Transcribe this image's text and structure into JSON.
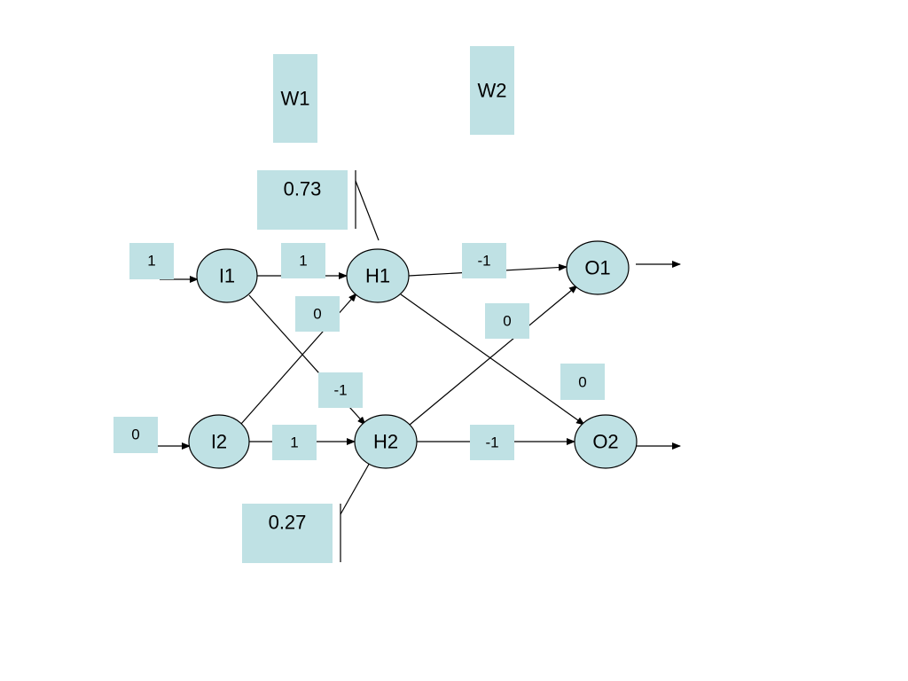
{
  "colors": {
    "box_fill": "#bfe1e4",
    "node_fill": "#bfe1e4",
    "line": "#000000"
  },
  "headers": {
    "w1": "W1",
    "w2": "W2"
  },
  "nodes": {
    "i1": "I1",
    "i2": "I2",
    "h1": "H1",
    "h2": "H2",
    "o1": "O1",
    "o2": "O2"
  },
  "inputs": {
    "i1": "1",
    "i2": "0"
  },
  "hidden_outputs": {
    "h1": "0.73",
    "h2": "0.27"
  },
  "weights": {
    "i1_h1": "1",
    "i2_h1": "0",
    "i1_h2": "-1",
    "i2_h2": "1",
    "h1_o1": "-1",
    "h2_o1": "0",
    "h1_o2": "0",
    "h2_o2": "-1"
  }
}
